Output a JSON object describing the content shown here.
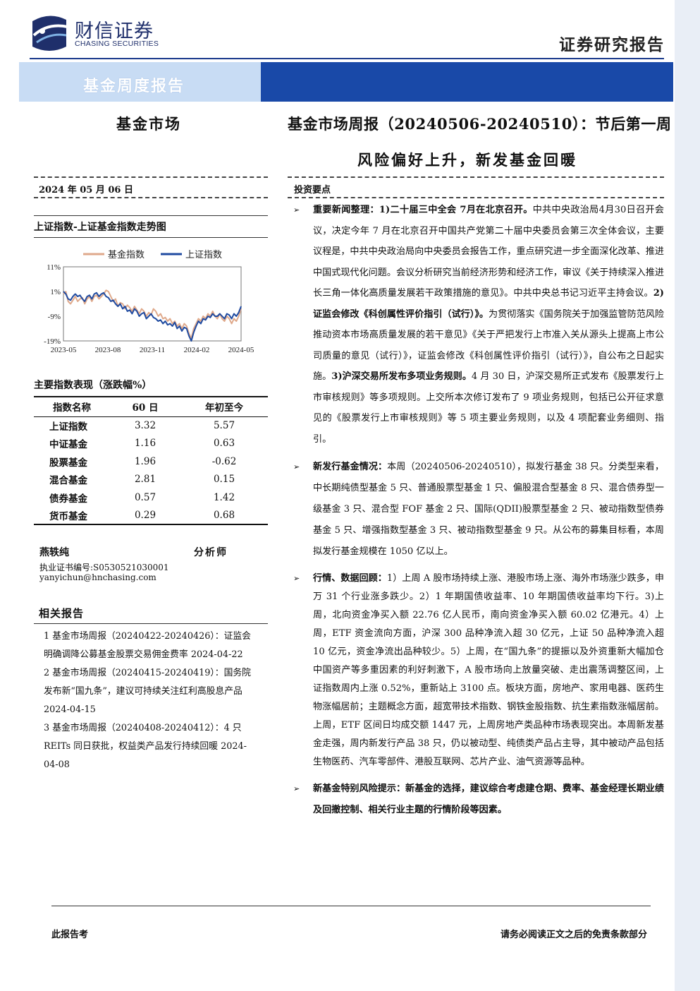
{
  "header": {
    "logo_cn": "财信证券",
    "logo_en": "CHASING SECURITIES",
    "doc_type": "证券研究报告",
    "banner_title": "基金周度报告",
    "section_name": "基金市场",
    "title_line1": "基金市场周报（20240506-20240510）：节后第一周",
    "title_line2": "风险偏好上升，新发基金回暖",
    "colors": {
      "brand_blue": "#1949a8",
      "banner_light": "#c8dcf4"
    }
  },
  "meta": {
    "date": "2024 年 05 月 06 日",
    "key_points_label": "投资要点"
  },
  "chart_data": {
    "type": "line",
    "title": "上证指数-上证基金指数走势图",
    "x_tick_labels": [
      "2023-05",
      "2023-08",
      "2023-11",
      "2024-02",
      "2024-05"
    ],
    "y_tick_labels": [
      "11%",
      "1%",
      "-9%",
      "-19%"
    ],
    "ylim": [
      -19,
      11
    ],
    "legend_placement": "top",
    "series": [
      {
        "name": "基金指数",
        "color": "#dfa98b",
        "values": [
          0,
          1,
          -3,
          -4,
          -2.5,
          -1,
          -3,
          -2,
          -1.5,
          -4,
          -2,
          -1,
          -3,
          -1,
          -0.5,
          -2,
          -1,
          0,
          1.5,
          1,
          -1,
          -3,
          -2,
          -5,
          -3.5,
          -4,
          -6,
          -4.5,
          -5.5,
          -7,
          -5,
          -6.5,
          -8,
          -6,
          -7,
          -9,
          -7.5,
          -8.5,
          -6,
          -7,
          -9,
          -8,
          -10,
          -9.5,
          -11,
          -10,
          -12,
          -11,
          -13,
          -12,
          -14,
          -12,
          -13,
          -16,
          -18,
          -14,
          -12,
          -10,
          -11,
          -9,
          -10,
          -8,
          -9,
          -7,
          -9,
          -10,
          -8,
          -10,
          -11,
          -9,
          -10,
          -12,
          -10,
          -11,
          -9,
          -6
        ]
      },
      {
        "name": "上证指数",
        "color": "#1f4aa0",
        "values": [
          1,
          0,
          -2,
          -2.5,
          -1,
          0,
          -1,
          -0.5,
          -2,
          -3,
          -1,
          -0.5,
          -2,
          0,
          0.5,
          -1,
          0,
          0.5,
          -1,
          -1.5,
          -3,
          -2.5,
          -4,
          -5,
          -4,
          -6,
          -5,
          -7,
          -6.5,
          -8,
          -6,
          -7,
          -9,
          -8,
          -7.5,
          -10,
          -9,
          -8,
          -9.5,
          -10,
          -11,
          -10.5,
          -12,
          -11,
          -12.5,
          -12,
          -13,
          -11.5,
          -14,
          -13,
          -15,
          -13.5,
          -14,
          -17,
          -19,
          -15.5,
          -13,
          -11,
          -12,
          -10,
          -10.5,
          -9,
          -9.5,
          -8,
          -9,
          -9,
          -8,
          -9,
          -10,
          -8,
          -8.5,
          -10,
          -8,
          -9,
          -7.5,
          -5
        ]
      }
    ]
  },
  "performance": {
    "title": "主要指数表现（涨跌幅%）",
    "headers": [
      "指数名称",
      "60 日",
      "年初至今"
    ],
    "rows": [
      [
        "上证指数",
        "3.32",
        "5.57"
      ],
      [
        "中证基金",
        "1.16",
        "0.63"
      ],
      [
        "股票基金",
        "1.96",
        "-0.62"
      ],
      [
        "混合基金",
        "2.81",
        "0.15"
      ],
      [
        "债券基金",
        "0.57",
        "1.42"
      ],
      [
        "货币基金",
        "0.29",
        "0.68"
      ]
    ]
  },
  "analyst": {
    "name": "燕轶纯",
    "role": "分析师",
    "cert": "执业证书编号:S0530521030001",
    "email": "yanyichun@hnchasing.com"
  },
  "related": {
    "title": "相关报告",
    "items": [
      "1 基金市场周报（20240422-20240426）：证监会明确调降公募基金股票交易佣金费率 2024-04-22",
      "2 基金市场周报（20240415-20240419）：国务院发布新“国九条”，建议可持续关注红利高股息产品 2024-04-15",
      "3 基金市场周报（20240408-20240412）：4 只 REITs 同日获批，权益类产品发行持续回暖 2024-04-08"
    ]
  },
  "bullets": {
    "b1": {
      "lead": "重要新闻整理：1)二十届三中全会 7月在北京召开。",
      "t1": "中共中央政治局4月30日召开会议，决定今年 7 月在北京召开中国共产党第二十届中央委员会第三次全体会议，主要议程是，中共中央政治局向中央委员会报告工作，重点研究进一步全面深化改革、推进中国式现代化问题。会议分析研究当前经济形势和经济工作，审议《关于持续深入推进长三角一体化高质量发展若干政策措施的意见》。中共中央总书记习近平主持会议。",
      "h2": "2) 证监会修改《科创属性评价指引（试行）》。",
      "t2": "为贯彻落实《国务院关于加强监管防范风险推动资本市场高质量发展的若干意见》《关于严把发行上市准入关从源头上提高上市公司质量的意见（试行）》，证监会修改《科创属性评价指引（试行）》，自公布之日起实施。",
      "h3": "3)沪深交易所发布多项业务规则。",
      "t3": "4 月 30 日，沪深交易所正式发布《股票发行上市审核规则》等多项规则。上交所本次修订发布了 9 项业务规则，包括已公开征求意见的《股票发行上市审核规则》等 5 项主要业务规则，以及 4 项配套业务细则、指引。"
    },
    "b2": {
      "lead": "新发行基金情况：",
      "text": "本周（20240506-20240510），拟发行基金 38 只。分类型来看，中长期纯债型基金 5 只、普通股票型基金 1 只、偏股混合型基金 8 只、混合债券型一级基金 3 只、混合型 FOF 基金 2 只、国际(QDII)股票型基金 2 只、被动指数型债券基金 5 只、增强指数型基金 3 只、被动指数型基金 9 只。从公布的募集目标看，本周拟发行基金规模在 1050 亿以上。"
    },
    "b3": {
      "lead": "行情、数据回顾：",
      "text": "1）上周 A 股市场持续上涨、港股市场上涨、海外市场涨少跌多，申万 31 个行业涨多跌少。2）1 年期国债收益率、10 年期国债收益率均下行。3)上周，北向资金净买入额 22.76 亿人民币，南向资金净买入额 60.02 亿港元。4）上周，ETF 资金流向方面，沪深 300 品种净流入超 30 亿元，上证 50 品种净流入超 10 亿元，资金净流出品种较少。5）上周，在“国九条”的提振以及外资重新大幅加仓中国资产等多重因素的利好刺激下，A 股市场向上放量突破、走出震荡调整区间，上证指数周内上涨 0.52%，重新站上 3100 点。板块方面，房地产、家用电器、医药生物涨幅居前；主题概念方面，超宽带技术指数、钢铁金股指数、抗生素指数涨幅居前。上周，ETF 区间日均成交额 1447 元，上周房地产类品种市场表现突出。本周新发基金走强，周内新发行产品 38 只，仍以被动型、纯债类产品占主导，其中被动产品包括生物医药、汽车零部件、港股互联网、芯片产业、油气资源等品种。"
    },
    "b4": {
      "text": "新基金特别风险提示：新基金的选择，建议综合考虑建仓期、费率、基金经理长期业绩及回撤控制、相关行业主题的行情阶段等因素。"
    },
    "arrow": "➢"
  },
  "footer": {
    "left": "此报告考",
    "right": "请务必阅读正文之后的免责条款部分"
  }
}
